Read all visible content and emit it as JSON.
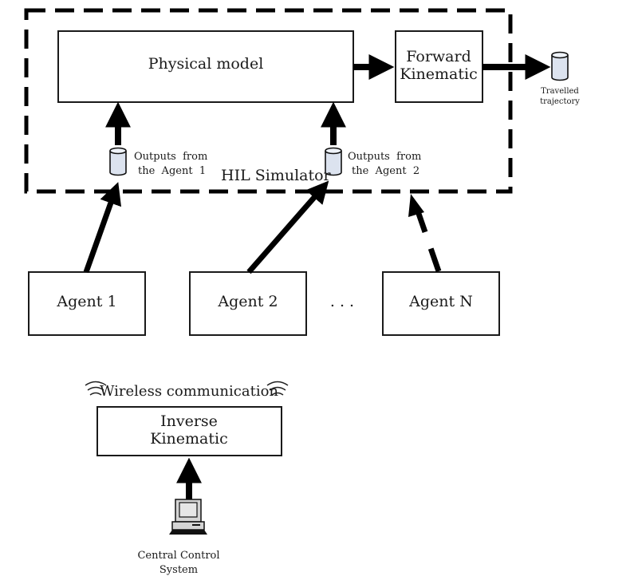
{
  "diagram": {
    "hil_container": {
      "label": "HIL Simulator",
      "border_style": "dashed"
    },
    "blocks": {
      "physical_model": "Physical model",
      "forward_kinematic": [
        "Forward",
        "Kinematic"
      ],
      "inverse_kinematic": [
        "Inverse",
        "Kinematic"
      ]
    },
    "agents": [
      {
        "label": "Agent 1"
      },
      {
        "label": "Agent 2"
      },
      {
        "label": "Agent N"
      }
    ],
    "ellipsis": ". . .",
    "data_stores": {
      "agent1_outputs": [
        "Outputs  from",
        "the  Agent  1"
      ],
      "agent2_outputs": [
        "Outputs  from",
        "the  Agent  2"
      ],
      "travelled_trajectory": [
        "Travelled",
        "trajectory"
      ]
    },
    "wireless": {
      "label": "Wireless communication",
      "icon": "wifi-icon"
    },
    "central_control": {
      "label": [
        "Central Control",
        "System"
      ],
      "icon": "computer-icon"
    },
    "colors": {
      "line": "#000000",
      "cylinder_fill": "#dce3ef",
      "computer_fill": "#d4d4d4"
    }
  }
}
